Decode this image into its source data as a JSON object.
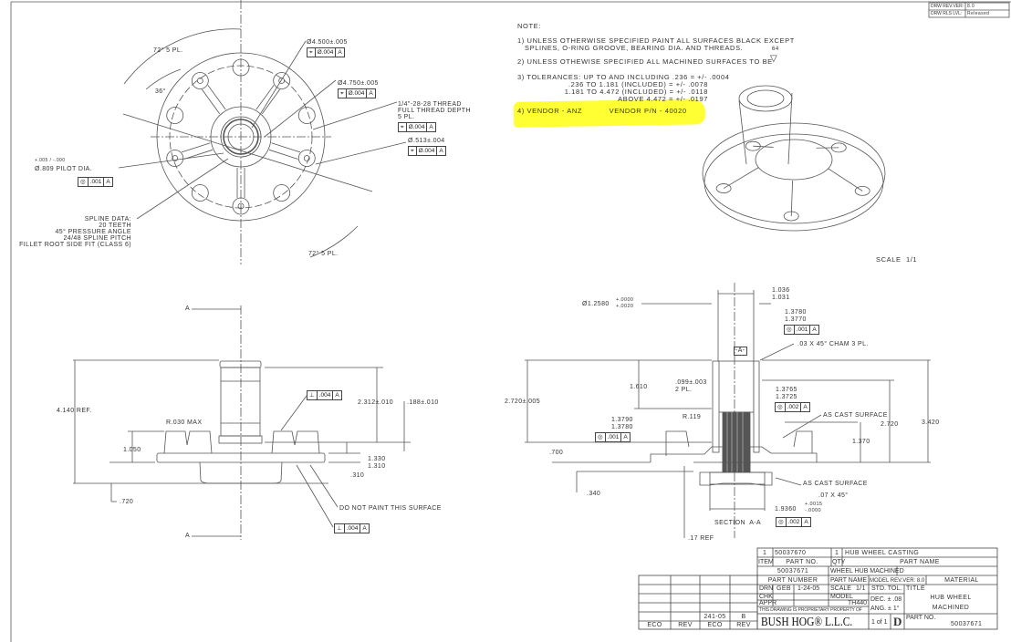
{
  "revision_box": {
    "rev_label": "DRW REV.VER:",
    "rev_value": "8.0",
    "rls_label": "DRW RLS LVL:",
    "rls_value": "Released"
  },
  "notes": {
    "heading": "NOTE:",
    "n1a": "1) UNLESS OTHERWISE SPECIFIED PAINT ALL SURFACES BLACK EXCEPT",
    "n1b": "   SPLINES, O-RING GROOVE, BEARING DIA. AND THREADS.",
    "n2": "2) UNLESS OTHEWISE SPECIFIED ALL MACHINED SURFACES TO BE",
    "n2_finish": "64",
    "n3a": "3) TOLERANCES: UP TO AND INCLUDING .236 = +/- .0004",
    "n3b": ".236 TO 1.181 (INCLUDED) = +/- .0078",
    "n3c": "1.181 TO 4.472 (INCLUDED) = +/- .0118",
    "n3d": "ABOVE 4.472 = +/- .0197",
    "n4": "4) VENDOR - ANZ           VENDOR P/N - 40020",
    "highlight_color": "#ffff33"
  },
  "scale_label": "SCALE  1/1",
  "top_view": {
    "angle_top": "72° 5 PL.",
    "angle_36": "36°",
    "angle_bottom": "72° 5 PL.",
    "dia_4500": "Ø4.500±.005",
    "dia_4750": "Ø4.750±.005",
    "thread_a": "1/4\"-28-28 THREAD",
    "thread_b": "FULL THREAD DEPTH",
    "thread_c": "5 PL.",
    "dia_513": "Ø.513±.004",
    "pilot": "Ø.809 PILOT DIA.",
    "pilot_tol": "+.005 / -.000",
    "spline_a": "SPLINE DATA:",
    "spline_b": "20 TEETH",
    "spline_c": "45° PRESSURE ANGLE",
    "spline_d": "24/48 SPLINE PITCH",
    "spline_e": "FILLET ROOT SIDE FIT (CLASS 6)",
    "fcf_pos_sym": "⌖",
    "fcf_pos_val": "Ø.004",
    "fcf_conc_sym": "◎",
    "fcf_001": ".001",
    "datum": "A"
  },
  "side_view": {
    "section_mark": "A",
    "ref_4140": "4.140 REF.",
    "r030": "R.030 MAX",
    "d1050": "1.050",
    "d720": ".720",
    "d2312": "2.312±.010",
    "d188": ".188±.010",
    "d1330": "1.330",
    "d1310": "1.310",
    "d310": ".310",
    "no_paint": "DO NOT PAINT THIS SURFACE",
    "fcf_perp_sym": "⊥",
    "fcf_004": ".004"
  },
  "section_view": {
    "title": "SECTION  A-A",
    "d1036": "1.036",
    "d1031": "1.031",
    "d1258": "Ø1.2580",
    "d1258_tol_a": "+.0000",
    "d1258_tol_b": "+.0020",
    "d13780": "1.3780",
    "d13770": "1.3770",
    "datum_a": "-A-",
    "chamfer": ".03 X 45° CHAM 3 PL.",
    "d099": ".099±.003",
    "d099b": "2 PL.",
    "d1610": "1.610",
    "d2720t": "2.720±.005",
    "d13765": "1.3765",
    "d13725": "1.3725",
    "r119": "R.119",
    "d13790": "1.3790",
    "d13780b": "1.3780",
    "as_cast1": "AS CAST SURFACE",
    "d2720": "2.720",
    "d3420": "3.420",
    "d1370": "1.370",
    "d700": ".700",
    "d340": ".340",
    "as_cast2": "AS CAST SURFACE",
    "chamfer2": ".07 X 45°",
    "d19360": "1.9360",
    "d19360_tol_a": "+.0015",
    "d19360_tol_b": "-.0000",
    "d17ref": ".17 REF",
    "fcf_001": ".001",
    "fcf_002": ".002"
  },
  "title_block": {
    "bom_item": "1",
    "bom_part": "50037670",
    "bom_qty": "1",
    "bom_name": "HUB WHEEL CASTING",
    "h_item": "ITEM",
    "h_partno": "PART NO.",
    "h_qty": "QTY",
    "h_partname": "PART NAME",
    "part_number": "50037671",
    "part_name": "WHEEL HUB MACHINED",
    "l_part_number": "PART NUMBER",
    "l_part_name": "PART NAME",
    "model_rev": "MODEL REV.VER: 8.0",
    "l_material": "MATERIAL",
    "l_drn": "DRN",
    "drn": "GEB",
    "date": "1-24-05",
    "l_scale": "SCALE",
    "scale": "1/1",
    "l_std_tol": "STD. TOL.",
    "l_title": "TITLE",
    "l_chk": "CHK",
    "l_model": "MODEL",
    "model": "TH440",
    "tol_dec": "DEC. ± .08",
    "tol_ang": "ANG. ± 1°",
    "l_appr": "APPR",
    "title1": "HUB WHEEL",
    "title2": "MACHINED",
    "proprietary": "THIS DRAWING IS PROPRIETARY PROPERTY OF",
    "company": "BUSH HOG® L.L.C.",
    "sheet": "1 of 1",
    "size": "D",
    "l_part_no": "PART NO.",
    "part_no": "50037671",
    "eco_val": "241-05",
    "rev_val": "B",
    "l_eco": "ECO",
    "l_rev": "REV"
  }
}
